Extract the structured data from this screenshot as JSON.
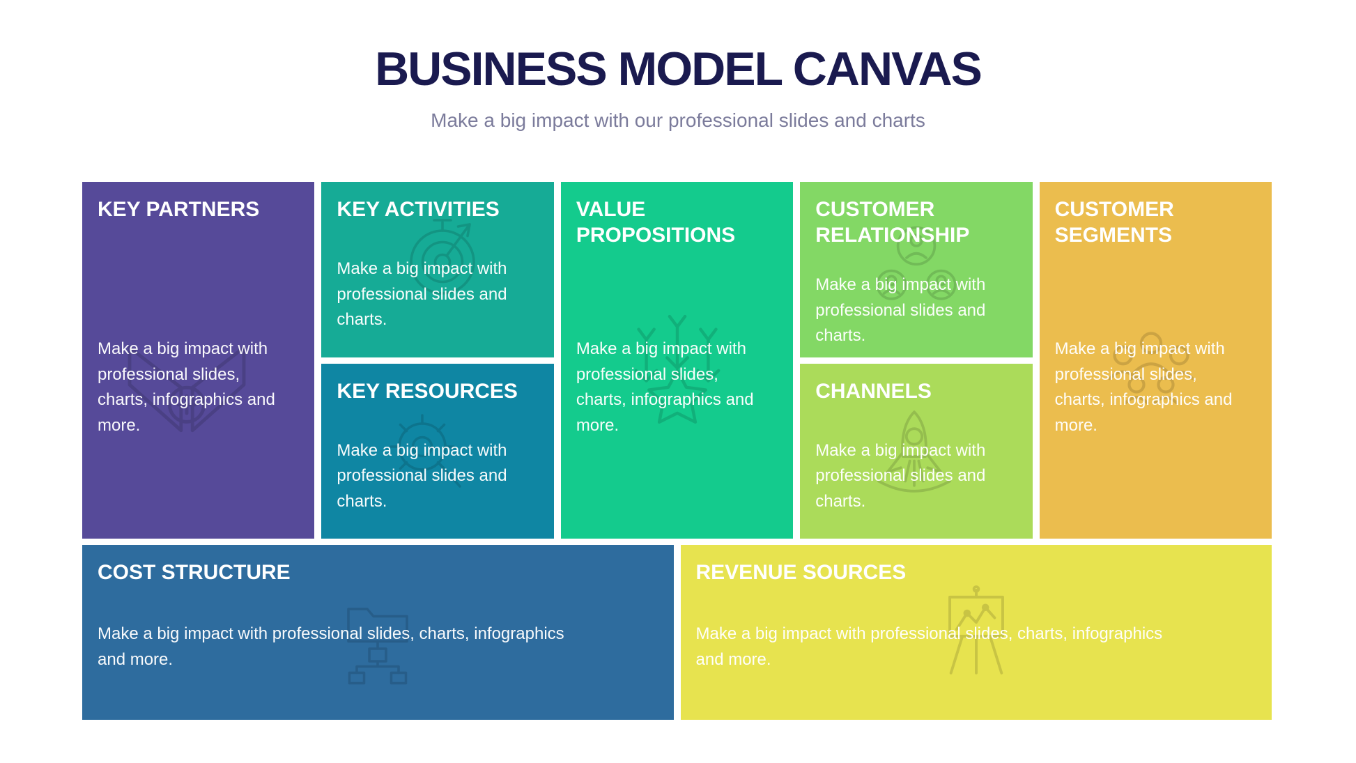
{
  "header": {
    "title": "BUSINESS MODEL CANVAS",
    "subtitle": "Make a big impact with our professional slides and charts"
  },
  "colors": {
    "background": "#FFFFFF",
    "title": "#1A1A4F",
    "subtitle": "#7B7B9B",
    "body_text": "#FFFFFF"
  },
  "canvas": {
    "boxes": [
      {
        "id": "key-partners",
        "title": "KEY PARTNERS",
        "body": "Make a big impact with professional slides, charts, infographics and more.",
        "color": "#564A99",
        "icon": "handshake-icon"
      },
      {
        "id": "key-activities",
        "title": "KEY ACTIVITIES",
        "body": "Make a big impact with professional slides and charts.",
        "color": "#16AB96",
        "icon": "stopwatch-target-icon"
      },
      {
        "id": "key-resources",
        "title": "KEY RESOURCES",
        "body": "Make a big impact with professional slides and charts.",
        "color": "#0F86A3",
        "icon": "gear-magnifier-icon"
      },
      {
        "id": "value-propositions",
        "title": "VALUE PROPOSITIONS",
        "body": "Make a big impact with professional slides, charts, infographics and more.",
        "color": "#14CB8D",
        "icon": "value-arrows-icon"
      },
      {
        "id": "customer-relationship",
        "title": "CUSTOMER RELATIONSHIP",
        "body": "Make a big impact with professional slides and charts.",
        "color": "#83D865",
        "icon": "people-circle-icon"
      },
      {
        "id": "channels",
        "title": "CHANNELS",
        "body": "Make a big impact with professional slides and charts.",
        "color": "#ABDB5A",
        "icon": "rocket-icon"
      },
      {
        "id": "customer-segments",
        "title": "CUSTOMER SEGMENTS",
        "body": "Make a big impact with professional slides, charts, infographics and more.",
        "color": "#EBBD4E",
        "icon": "people-group-icon"
      },
      {
        "id": "cost-structure",
        "title": "COST STRUCTURE",
        "body": "Make a big impact with professional slides, charts, infographics and more.",
        "color": "#2E6C9E",
        "icon": "folder-orgchart-icon"
      },
      {
        "id": "revenue-sources",
        "title": "REVENUE SOURCES",
        "body": "Make a big impact with professional slides, charts, infographics and more.",
        "color": "#E7E34F",
        "icon": "presentation-chart-icon"
      }
    ]
  }
}
